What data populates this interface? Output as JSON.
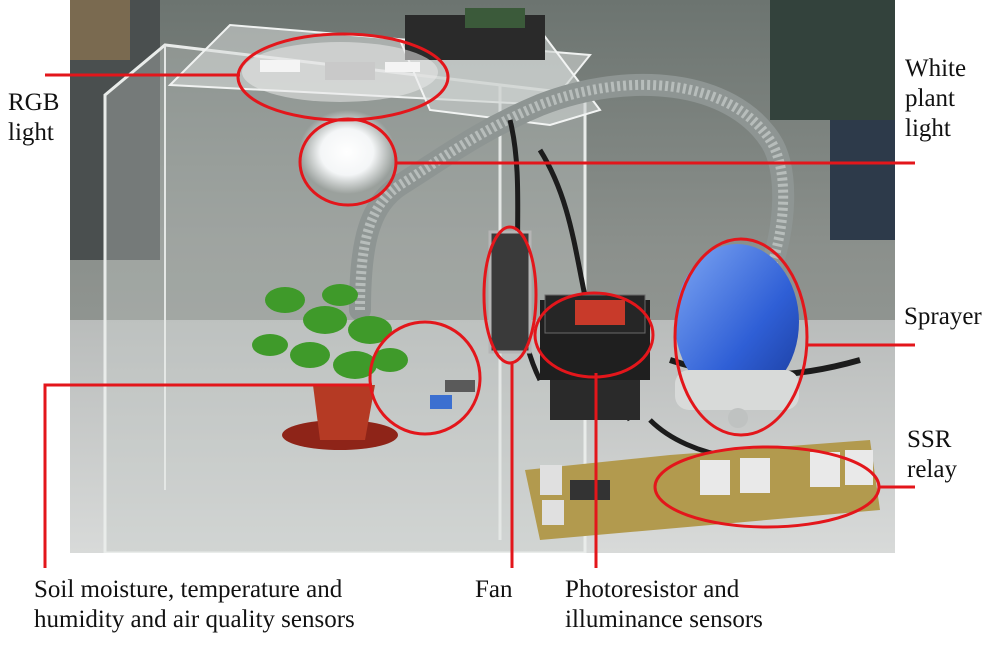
{
  "labels": {
    "rgb_light": [
      "RGB",
      "light"
    ],
    "white_plant_light": [
      "White",
      "plant",
      "light"
    ],
    "sprayer": "Sprayer",
    "ssr_relay": [
      "SSR",
      "relay"
    ],
    "soil_sensors": [
      "Soil moisture, temperature and",
      "humidity and air quality sensors"
    ],
    "fan": "Fan",
    "photoresistor": [
      "Photoresistor and",
      "illuminance sensors"
    ]
  },
  "colors": {
    "annotation": "#e3161b",
    "background": "#ffffff",
    "text": "#111111"
  }
}
